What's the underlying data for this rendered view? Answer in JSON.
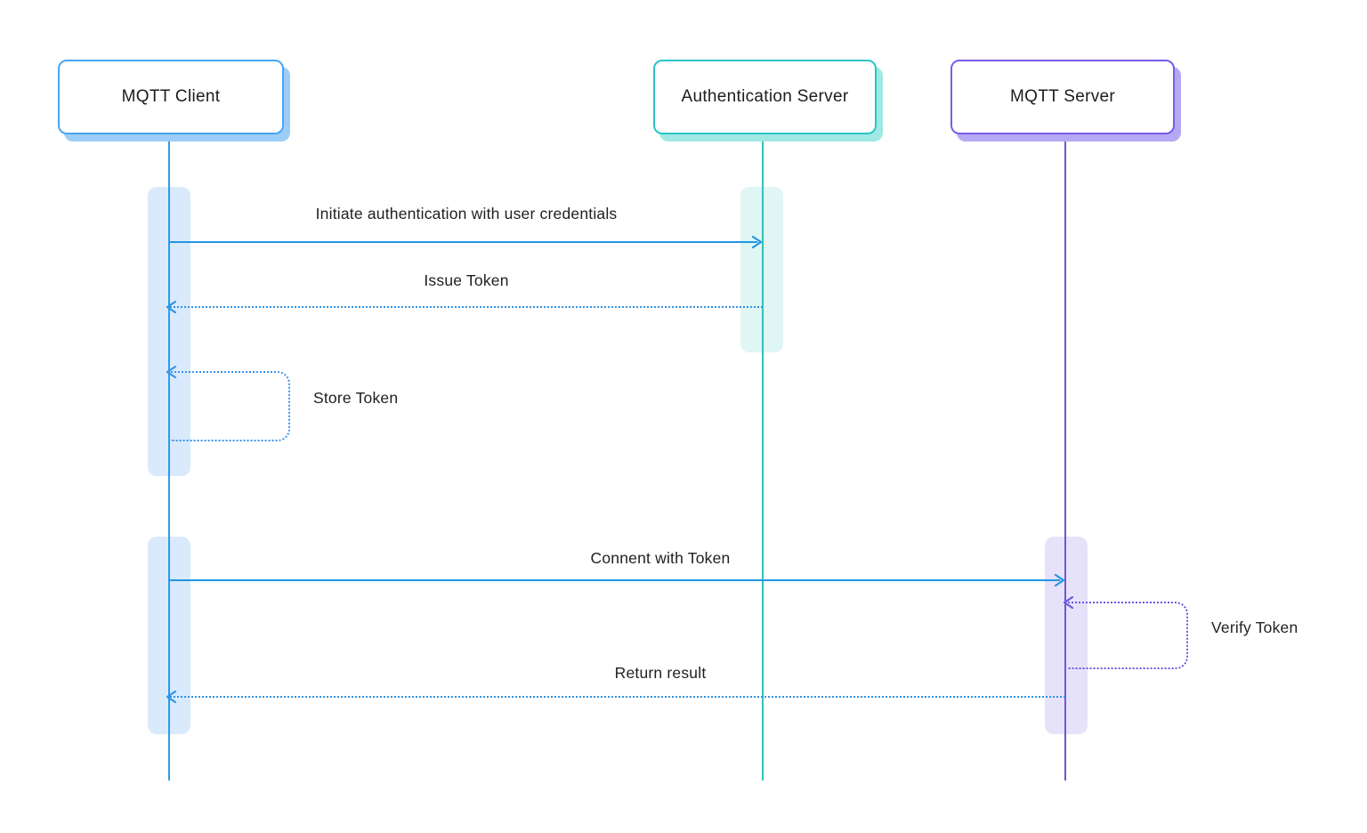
{
  "actors": [
    {
      "id": "client",
      "label": "MQTT Client"
    },
    {
      "id": "auth",
      "label": "Authentication Server"
    },
    {
      "id": "mqtt",
      "label": "MQTT Server"
    }
  ],
  "messages": [
    {
      "label": "Initiate authentication with user credentials",
      "from": "client",
      "to": "auth",
      "style": "solid"
    },
    {
      "label": "Issue Token",
      "from": "auth",
      "to": "client",
      "style": "dotted"
    },
    {
      "label": "Store Token",
      "type": "self",
      "actor": "client",
      "style": "dotted"
    },
    {
      "label": "Connent with Token",
      "from": "client",
      "to": "mqtt",
      "style": "solid"
    },
    {
      "label": "Verify Token",
      "type": "self",
      "actor": "mqtt",
      "style": "dotted"
    },
    {
      "label": "Return result",
      "from": "mqtt",
      "to": "client",
      "style": "dotted"
    }
  ],
  "colors": {
    "client_accent": "#2b9ce8",
    "client_border": "#4aa5f2",
    "client_activation": "#d9eafc",
    "auth_accent": "#31c1bb",
    "auth_border": "#2cc5c5",
    "auth_activation": "#e0f6f4",
    "mqtt_accent": "#7156d6",
    "mqtt_border": "#7a5ce8",
    "mqtt_activation": "#e6e2fa",
    "message_blue": "#2196e3",
    "self_loop_purple": "#6f56dd",
    "text": "#1f1f1f"
  }
}
